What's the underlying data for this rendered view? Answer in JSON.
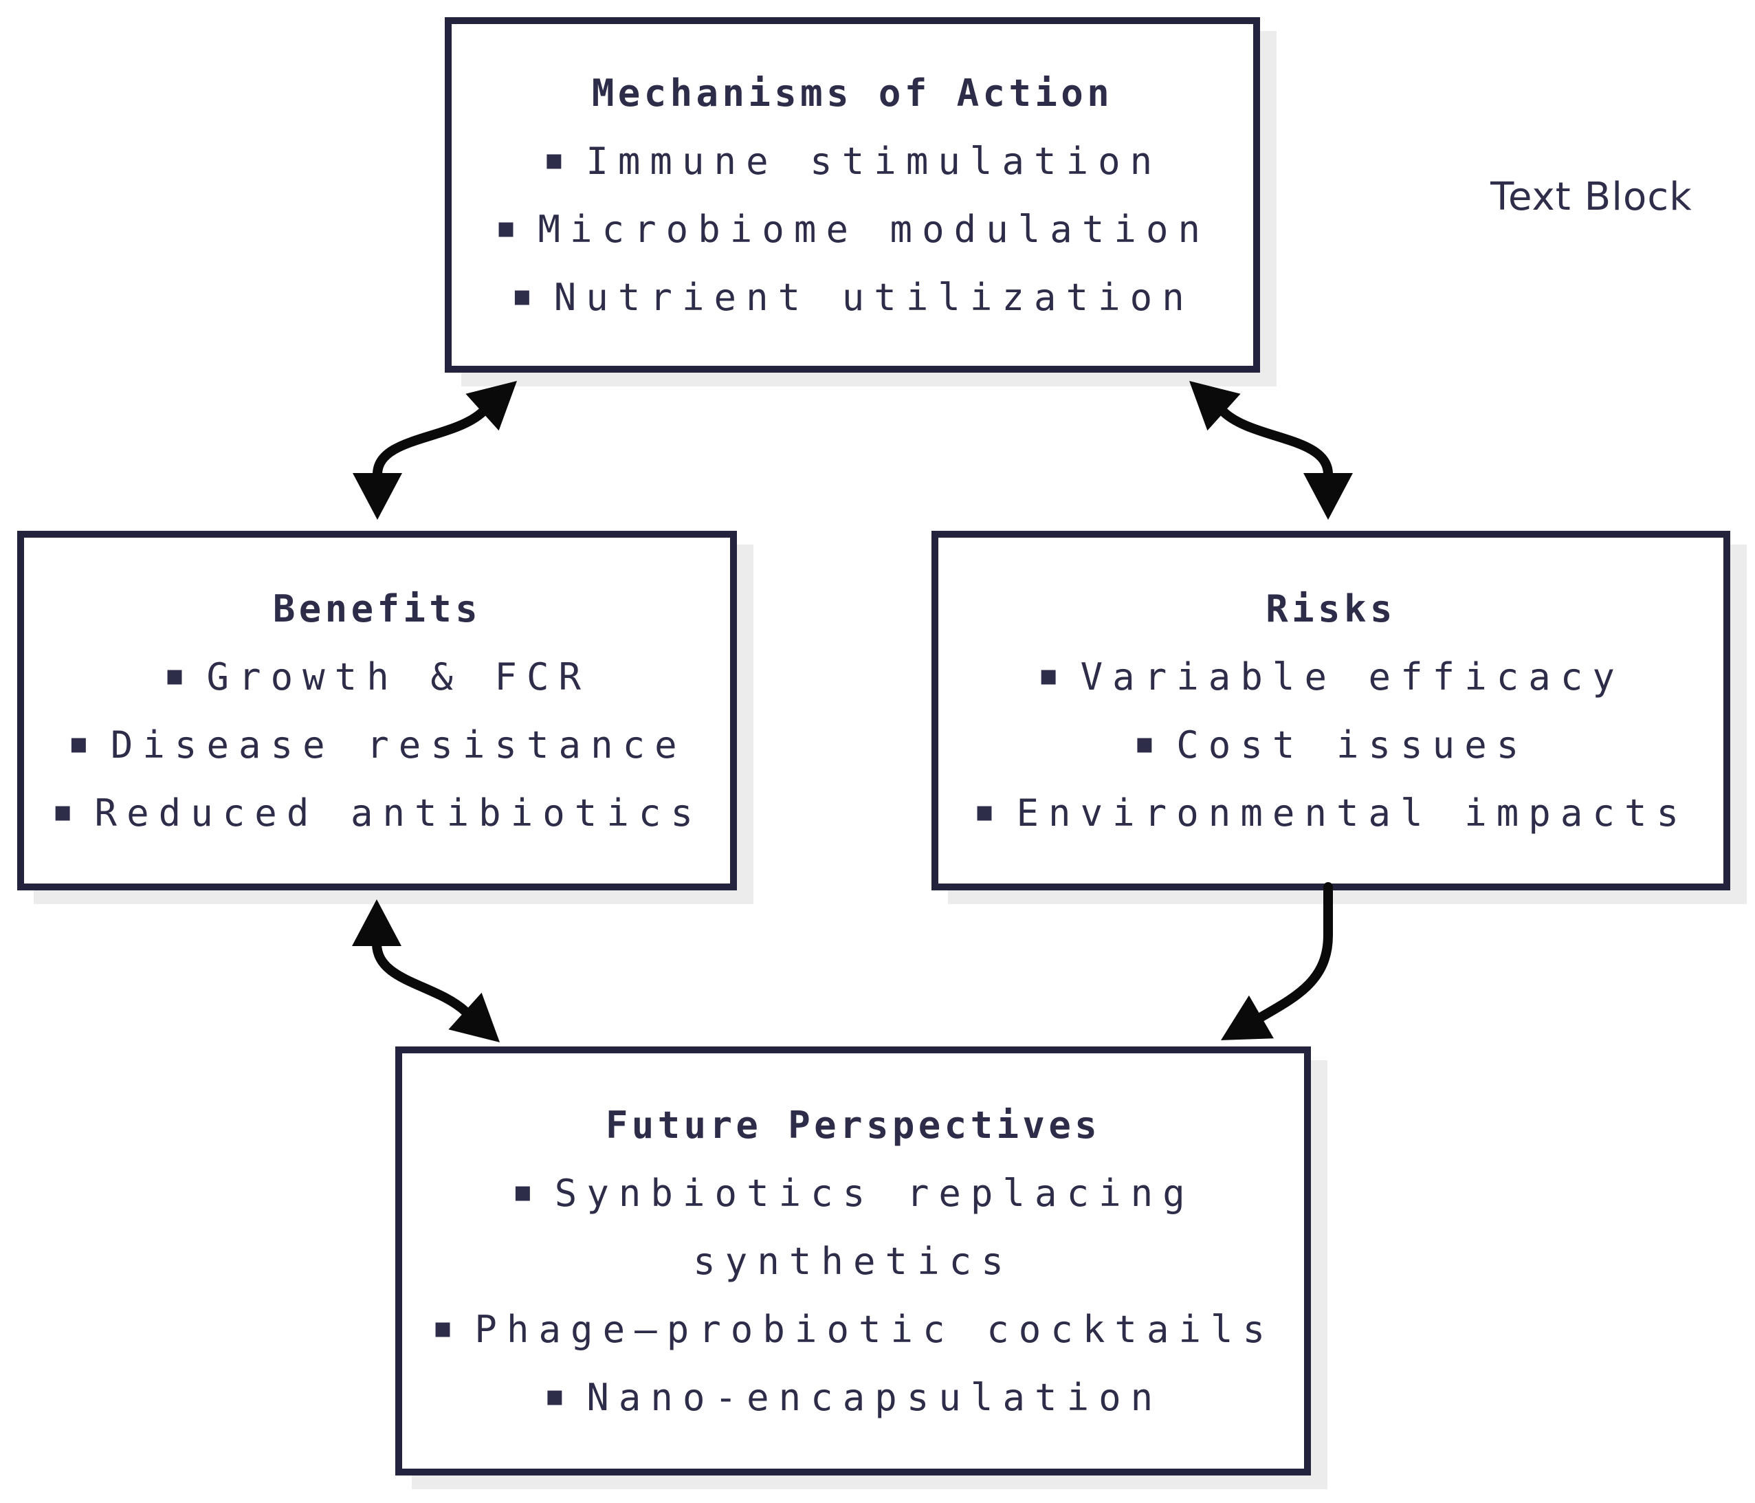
{
  "canvas": {
    "annotation_label": "Text Block"
  },
  "colors": {
    "node_border": "#23233e",
    "node_fill": "#ffffff",
    "text": "#2d2d4a",
    "arrow": "#0a0a0a",
    "shadow": "#ececec",
    "page_background": "#ffffff"
  },
  "icons": {
    "bullet": "▪"
  },
  "nodes": {
    "mechanisms": {
      "title": "Mechanisms of Action",
      "bullets": [
        "Immune stimulation",
        "Microbiome modulation",
        "Nutrient utilization"
      ]
    },
    "benefits": {
      "title": "Benefits",
      "bullets": [
        "Growth & FCR",
        "Disease resistance",
        "Reduced antibiotics"
      ]
    },
    "risks": {
      "title": "Risks",
      "bullets": [
        "Variable efficacy",
        "Cost issues",
        "Environmental impacts"
      ]
    },
    "future": {
      "title": "Future Perspectives",
      "bullets": [
        "Synbiotics replacing synthetics",
        "Phage–probiotic cocktails",
        "Nano-encapsulation"
      ]
    }
  },
  "edges": [
    {
      "from": "mechanisms",
      "to": "benefits",
      "style": "curved",
      "heads": "both"
    },
    {
      "from": "mechanisms",
      "to": "risks",
      "style": "curved",
      "heads": "both"
    },
    {
      "from": "benefits",
      "to": "future",
      "style": "curved",
      "heads": "both"
    },
    {
      "from": "risks",
      "to": "future",
      "style": "curved",
      "heads": "end"
    }
  ]
}
